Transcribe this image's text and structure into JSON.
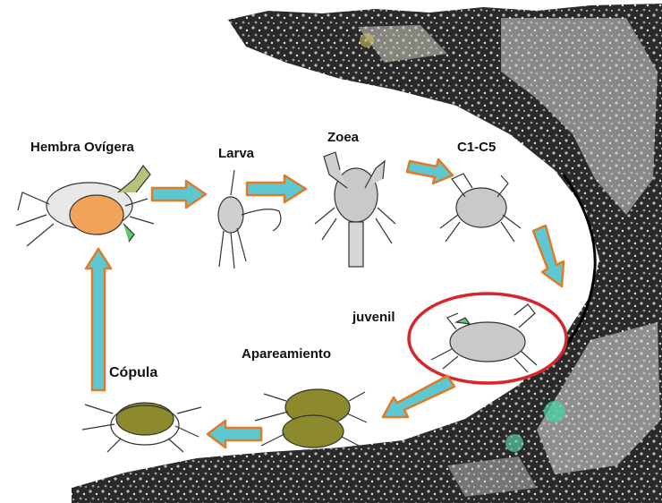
{
  "title": "",
  "colors": {
    "background": "#ffffff",
    "rock_dark": "#1a1a1a",
    "rock_light": "#d9d9d9",
    "arrow_fill": "#5ec8d2",
    "arrow_outline": "#e07a26",
    "juvenile_circle": "#d7262b",
    "egg_mass": "#f2a35a",
    "adult_shell": "#8c8a2c",
    "crab_body": "#c9c9c9"
  },
  "stages": {
    "hembra": {
      "label": "Hembra Ovígera",
      "icon": "ovigerous-female-crab-icon"
    },
    "larva": {
      "label": "Larva",
      "icon": "larva-icon"
    },
    "zoea": {
      "label": "Zoea",
      "icon": "zoea-icon"
    },
    "c1c5": {
      "label": "C1-C5",
      "icon": "crab-stage-c1-c5-icon"
    },
    "juvenil": {
      "label": "juvenil",
      "icon": "juvenile-crab-icon"
    },
    "apareamiento": {
      "label": "Apareamiento",
      "icon": "mating-crabs-icon"
    },
    "copula": {
      "label": "Cópula",
      "icon": "copulating-crabs-icon"
    }
  }
}
